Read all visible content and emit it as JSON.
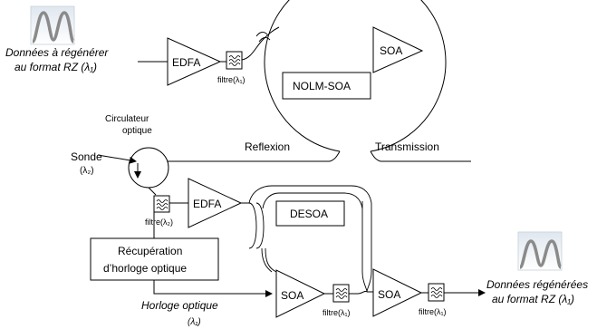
{
  "labels": {
    "input_data_line1": "Données à régénérer",
    "input_data_line2": "au format RZ (λ₁)",
    "edfa_top": "EDFA",
    "filter_top": "filtre(λ₁)",
    "nolm": "NOLM-SOA",
    "soa_loop": "SOA",
    "circulator_line1": "Circulateur",
    "circulator_line2": "optique",
    "probe_line1": "Sonde",
    "probe_line2": "(λ₂)",
    "reflexion": "Reflexion",
    "transmission": "Transmission",
    "edfa_bottom": "EDFA",
    "filter_bottom": "filtre(λ₂)",
    "desoa": "DESOA",
    "clock_recovery_line1": "Récupération",
    "clock_recovery_line2": "d’horloge optique",
    "clock_line1": "Horloge optique",
    "clock_line2": "(λ₁)",
    "soa_left": "SOA",
    "filter_left": "filtre(λ₁)",
    "soa_right": "SOA",
    "filter_right": "filtre(λ₁)",
    "output_data_line1": "Données régénérées",
    "output_data_line2": "au format RZ (λ₁)"
  },
  "colors": {
    "line": "#000000",
    "pulse_fill": "#9a9a9a",
    "pulse_stroke": "#8a8a8a"
  }
}
